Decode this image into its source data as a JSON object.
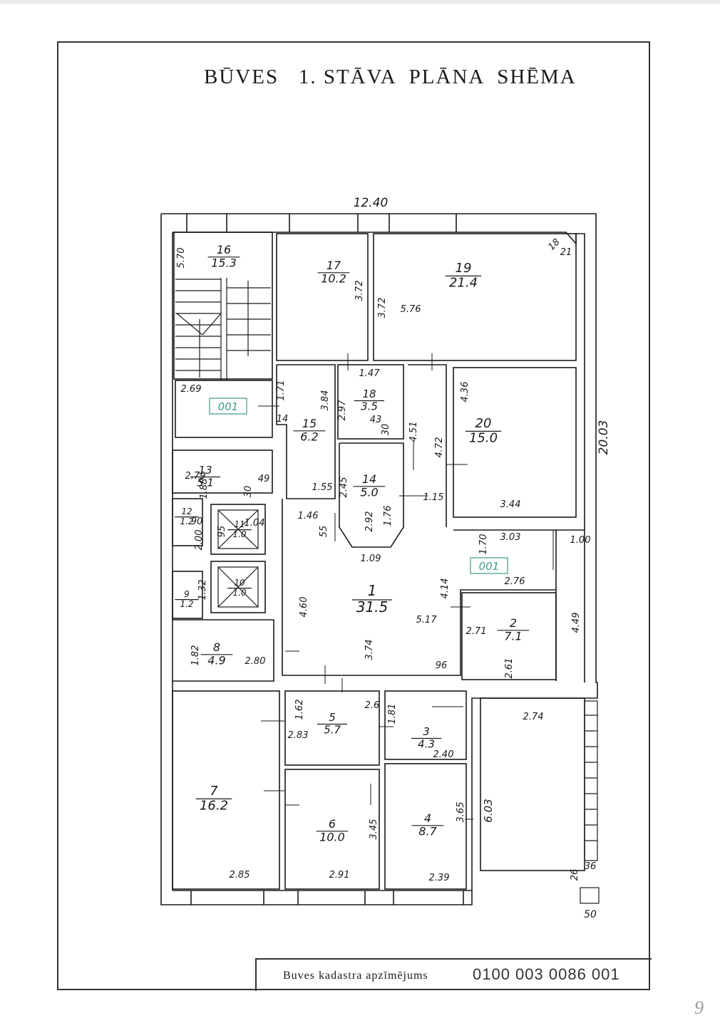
{
  "title": "BŪVES   1. STĀVA  PLĀNA  SHĒMA",
  "footer": {
    "label": "Buves kadastra apzīmējums",
    "code": "0100 003 0086 001"
  },
  "page_number": "9",
  "building_group": "001",
  "overall_dims": {
    "top": "12.40",
    "right": "20.03",
    "lower_right": "6.03",
    "bottom_right": "50"
  },
  "rooms": [
    {
      "num": "16",
      "area": "15.3"
    },
    {
      "num": "17",
      "area": "10.2"
    },
    {
      "num": "19",
      "area": "21.4"
    },
    {
      "num": "18",
      "area": "3.5"
    },
    {
      "num": "15",
      "area": "6.2"
    },
    {
      "num": "20",
      "area": "15.0"
    },
    {
      "num": "13",
      "area": "5.1"
    },
    {
      "num": "14",
      "area": "5.0"
    },
    {
      "num": "12",
      "area": "1.2"
    },
    {
      "num": "11",
      "area": "1.0"
    },
    {
      "num": "10",
      "area": "1.0"
    },
    {
      "num": "9",
      "area": "1.2"
    },
    {
      "num": "1",
      "area": "31.5"
    },
    {
      "num": "2",
      "area": "7.1"
    },
    {
      "num": "8",
      "area": "4.9"
    },
    {
      "num": "5",
      "area": "5.7"
    },
    {
      "num": "3",
      "area": "4.3"
    },
    {
      "num": "7",
      "area": "16.2"
    },
    {
      "num": "6",
      "area": "10.0"
    },
    {
      "num": "4",
      "area": "8.7"
    }
  ],
  "dimensions": [
    "5.70",
    "3.72",
    "3.72",
    "5.76",
    "2.69",
    "1.71",
    "3.84",
    "1.47",
    "2.97",
    "43",
    "30",
    "4.36",
    "4.51",
    "4.72",
    "2.79",
    "1.88",
    "30",
    "49",
    "1.55",
    "2.45",
    "1.15",
    "1.46",
    "2.92",
    "1.76",
    "55",
    "1.09",
    "3.44",
    "1.70",
    "3.03",
    "1.00",
    "2.76",
    "4.60",
    "4.14",
    "5.17",
    "2.71",
    "2.61",
    "4.49",
    "3.74",
    "96",
    "2.80",
    "1.62",
    "2.6",
    "1.81",
    "2.83",
    "2.40",
    "3.45",
    "3.65",
    "2.85",
    "2.91",
    "2.39",
    "2.74",
    "26",
    "36",
    "18",
    "21",
    "14",
    "1.82",
    "1.32",
    "95",
    "1.04",
    "90",
    "2.00"
  ]
}
